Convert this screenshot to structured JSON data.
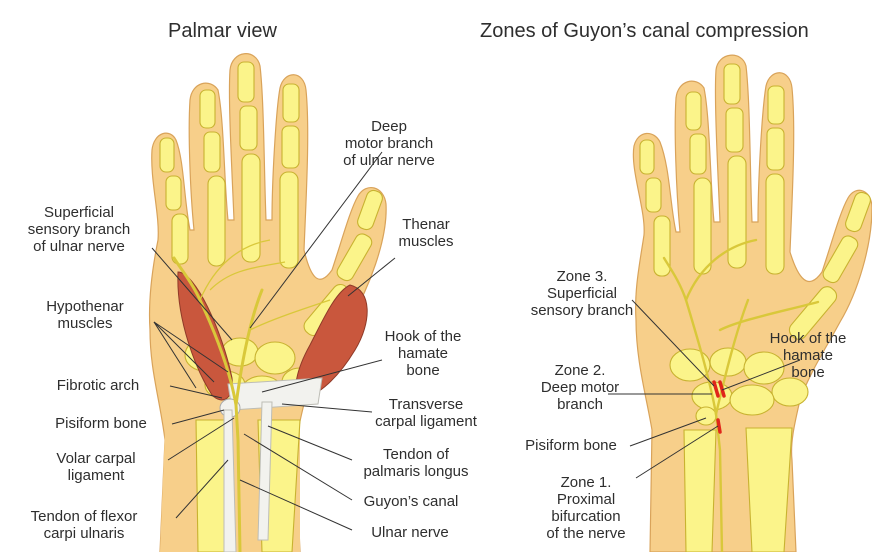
{
  "titles": {
    "left": "Palmar view",
    "right": "Zones of Guyon’s canal compression"
  },
  "palmar": {
    "deep_motor": [
      "Deep",
      "motor branch",
      "of ulnar nerve"
    ],
    "superficial_sensory": [
      "Superficial",
      "sensory branch",
      "of ulnar nerve"
    ],
    "thenar": [
      "Thenar",
      "muscles"
    ],
    "hypothenar": [
      "Hypothenar",
      "muscles"
    ],
    "hook_hamate": [
      "Hook of the",
      "hamate",
      "bone"
    ],
    "fibrotic_arch": "Fibrotic arch",
    "pisiform": "Pisiform bone",
    "transverse": [
      "Transverse",
      "carpal ligament"
    ],
    "volar_carpal": [
      "Volar carpal",
      "ligament"
    ],
    "palmaris": [
      "Tendon of",
      "palmaris longus"
    ],
    "guyons_canal": "Guyon’s canal",
    "flexor_carpi": [
      "Tendon of flexor",
      "carpi ulnaris"
    ],
    "ulnar_nerve": "Ulnar nerve"
  },
  "zones": {
    "zone3": [
      "Zone 3.",
      "Superficial",
      "sensory branch"
    ],
    "hook_hamate": [
      "Hook of the",
      "hamate",
      "bone"
    ],
    "zone2": [
      "Zone 2.",
      "Deep motor",
      "branch"
    ],
    "pisiform": "Pisiform bone",
    "zone1": [
      "Zone 1.",
      "Proximal",
      "bifurcation",
      "of the nerve"
    ]
  },
  "colors": {
    "skin": "#f7cf8a",
    "bone": "#fbf48a",
    "bone_outline": "#c8b230",
    "muscle": "#c9573d",
    "ligament": "#f2f2ee",
    "nerve": "#f1ea6a",
    "marker": "#e0261a"
  }
}
